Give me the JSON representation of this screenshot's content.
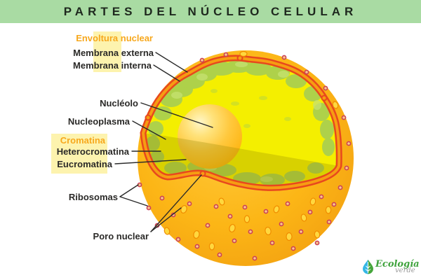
{
  "title": "PARTES DEL NÚCLEO CELULAR",
  "labels": {
    "envoltura": "Envoltura nuclear",
    "membrana_externa": "Membrana externa",
    "membrana_interna": "Membrana interna",
    "nucleolo": "Nucléolo",
    "nucleoplasma": "Nucleoplasma",
    "cromatina": "Cromatina",
    "heterocromatina": "Heterocromatina",
    "eucromatina": "Eucromatina",
    "ribosomas": "Ribosomas",
    "poro_nuclear": "Poro nuclear"
  },
  "logo": {
    "brand_top": "Ecología",
    "brand_bottom": "verde"
  },
  "colors": {
    "title_bar_bg": "#a9dba3",
    "title_text": "#1e281e",
    "heading_orange": "#f7a81d",
    "label_text": "#2b2a28",
    "highlight_yellow": "#fdf3ae",
    "sphere_orange": "#fbb414",
    "nucleoplasm_yellow": "#f4ef00",
    "chromatin_green": "#aed14a",
    "envelope_red": "#e8481e",
    "envelope_gap_orange": "#f69d12",
    "nucleolus_orange": "#feb607",
    "ribosome_pink": "#cc4257",
    "pore_droplet_yellow": "#ffd83e",
    "leader_line": "#2a2a2a",
    "logo_green": "#3fa33d",
    "logo_blue": "#35b7e5",
    "logo_gray": "#9a9a9a"
  }
}
